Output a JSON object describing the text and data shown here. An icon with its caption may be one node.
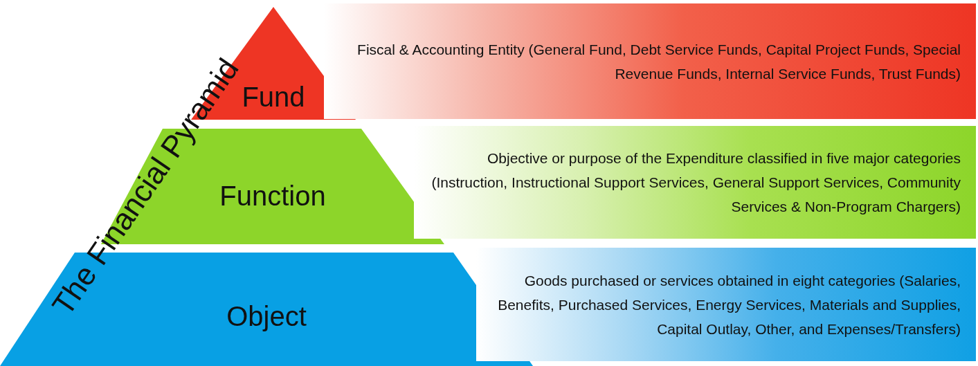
{
  "diagram": {
    "title": "The Financial Pyramid",
    "nodes": [
      {
        "text": [
          "Fund"
        ]
      },
      {
        "text": [
          "Fiscal & Accounting Entity (General Fund, Debt Service Funds, Capital Project Funds, Special Revenue Funds, Internal Service Funds, Trust Funds)"
        ]
      },
      {
        "text": [
          "Function"
        ]
      },
      {
        "text": [
          "Objective or purpose of the Expenditure classified in five major categories (Instruction, Instructional Support Services, General Support Services, Community Services & Non-Program Chargers)"
        ]
      },
      {
        "text": [
          "Object"
        ]
      },
      {
        "text": [
          "Goods purchased or services obtained in eight categories (Salaries, Benefits, Purchased Services, Energy Services, Materials and Supplies, Capital Outlay, Other, and Expenses/Transfers)"
        ]
      }
    ]
  }
}
